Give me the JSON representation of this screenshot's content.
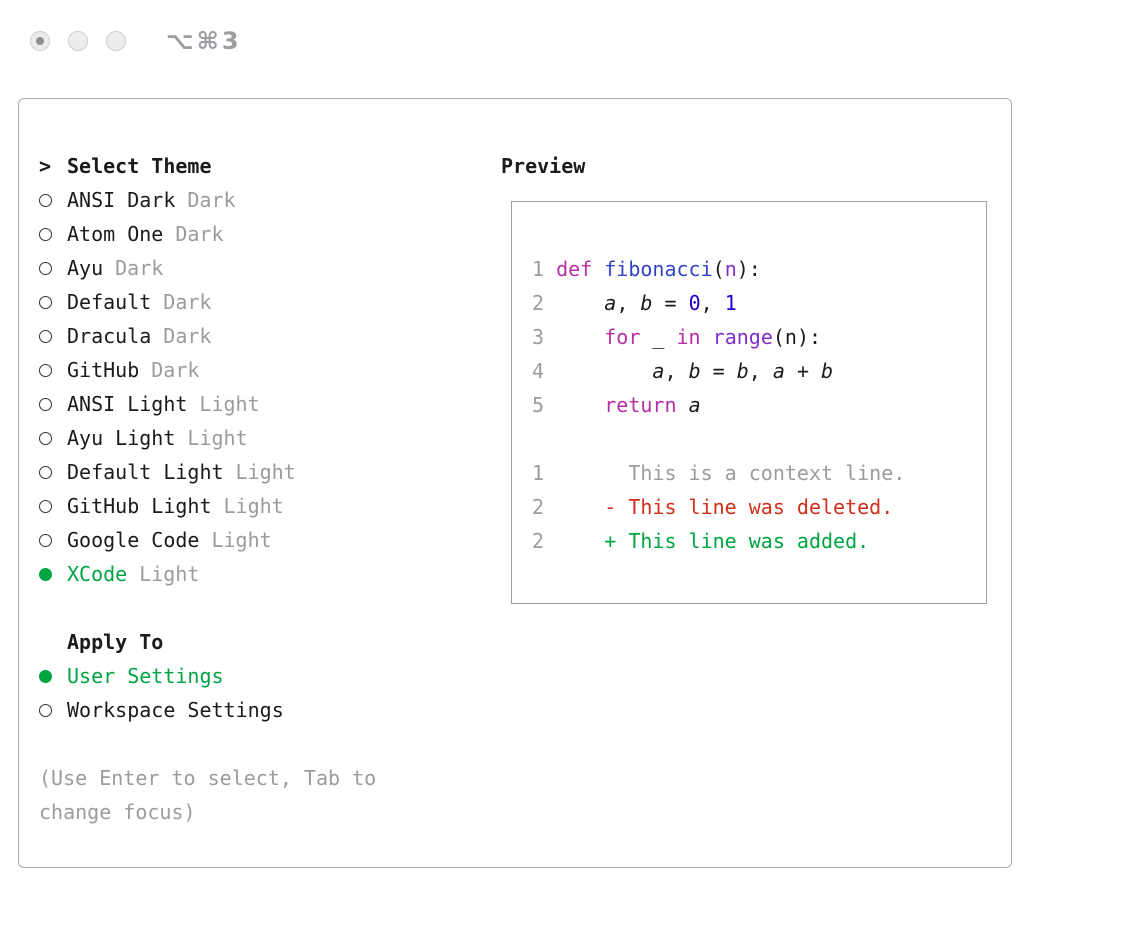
{
  "titlebar": {
    "shortcut": "⌥⌘3"
  },
  "colors": {
    "accent_green": "#00a542",
    "keyword_magenta": "#b82fa5",
    "number_blue": "#1c00cf",
    "function_blue": "#3243c9",
    "type_purple": "#8030c9",
    "muted_gray": "#9b9ba0",
    "diff_red": "#d12f1b",
    "diff_green": "#00a542",
    "panel_border": "#a7aeb8"
  },
  "theme_panel": {
    "title_prefix": ">",
    "title": "Select Theme",
    "themes": [
      {
        "name": "ANSI Dark",
        "variant": "Dark",
        "selected": false
      },
      {
        "name": "Atom One",
        "variant": "Dark",
        "selected": false
      },
      {
        "name": "Ayu",
        "variant": "Dark",
        "selected": false
      },
      {
        "name": "Default",
        "variant": "Dark",
        "selected": false
      },
      {
        "name": "Dracula",
        "variant": "Dark",
        "selected": false
      },
      {
        "name": "GitHub",
        "variant": "Dark",
        "selected": false
      },
      {
        "name": "ANSI Light",
        "variant": "Light",
        "selected": false
      },
      {
        "name": "Ayu Light",
        "variant": "Light",
        "selected": false
      },
      {
        "name": "Default Light",
        "variant": "Light",
        "selected": false
      },
      {
        "name": "GitHub Light",
        "variant": "Light",
        "selected": false
      },
      {
        "name": "Google Code",
        "variant": "Light",
        "selected": false
      },
      {
        "name": "XCode",
        "variant": "Light",
        "selected": true
      }
    ],
    "apply_to": {
      "title": "Apply To",
      "options": [
        {
          "label": "User Settings",
          "selected": true
        },
        {
          "label": "Workspace Settings",
          "selected": false
        }
      ]
    },
    "hint": "(Use Enter to select, Tab to change focus)"
  },
  "preview": {
    "label": "Preview",
    "lines": [
      {
        "num": "1",
        "tokens": [
          [
            "def",
            "kw"
          ],
          [
            " ",
            "pl"
          ],
          [
            "fibonacci",
            "fn"
          ],
          [
            "(",
            "pl"
          ],
          [
            "n",
            "param"
          ],
          [
            "):",
            "pl"
          ]
        ]
      },
      {
        "num": "2",
        "tokens": [
          [
            "    ",
            "pl"
          ],
          [
            "a",
            "id"
          ],
          [
            ", ",
            "pl"
          ],
          [
            "b",
            "id"
          ],
          [
            " = ",
            "pl"
          ],
          [
            "0",
            "num"
          ],
          [
            ", ",
            "pl"
          ],
          [
            "1",
            "num"
          ]
        ]
      },
      {
        "num": "3",
        "tokens": [
          [
            "    ",
            "pl"
          ],
          [
            "for",
            "kw"
          ],
          [
            " _ ",
            "pl"
          ],
          [
            "in",
            "kw"
          ],
          [
            " ",
            "pl"
          ],
          [
            "range",
            "type"
          ],
          [
            "(n):",
            "pl"
          ]
        ]
      },
      {
        "num": "4",
        "tokens": [
          [
            "        ",
            "pl"
          ],
          [
            "a",
            "id"
          ],
          [
            ", ",
            "pl"
          ],
          [
            "b",
            "id"
          ],
          [
            " = ",
            "pl"
          ],
          [
            "b",
            "id"
          ],
          [
            ", ",
            "pl"
          ],
          [
            "a",
            "id"
          ],
          [
            " + ",
            "pl"
          ],
          [
            "b",
            "id"
          ]
        ]
      },
      {
        "num": "5",
        "tokens": [
          [
            "    ",
            "pl"
          ],
          [
            "return",
            "kw"
          ],
          [
            " ",
            "pl"
          ],
          [
            "a",
            "id"
          ]
        ]
      },
      {
        "num": "",
        "tokens": []
      },
      {
        "num": "1",
        "tokens": [
          [
            "      This is a context line.",
            "ctx"
          ]
        ]
      },
      {
        "num": "2",
        "tokens": [
          [
            "    - This line was deleted.",
            "del"
          ]
        ]
      },
      {
        "num": "2",
        "tokens": [
          [
            "    + This line was added.",
            "add"
          ]
        ]
      }
    ]
  }
}
